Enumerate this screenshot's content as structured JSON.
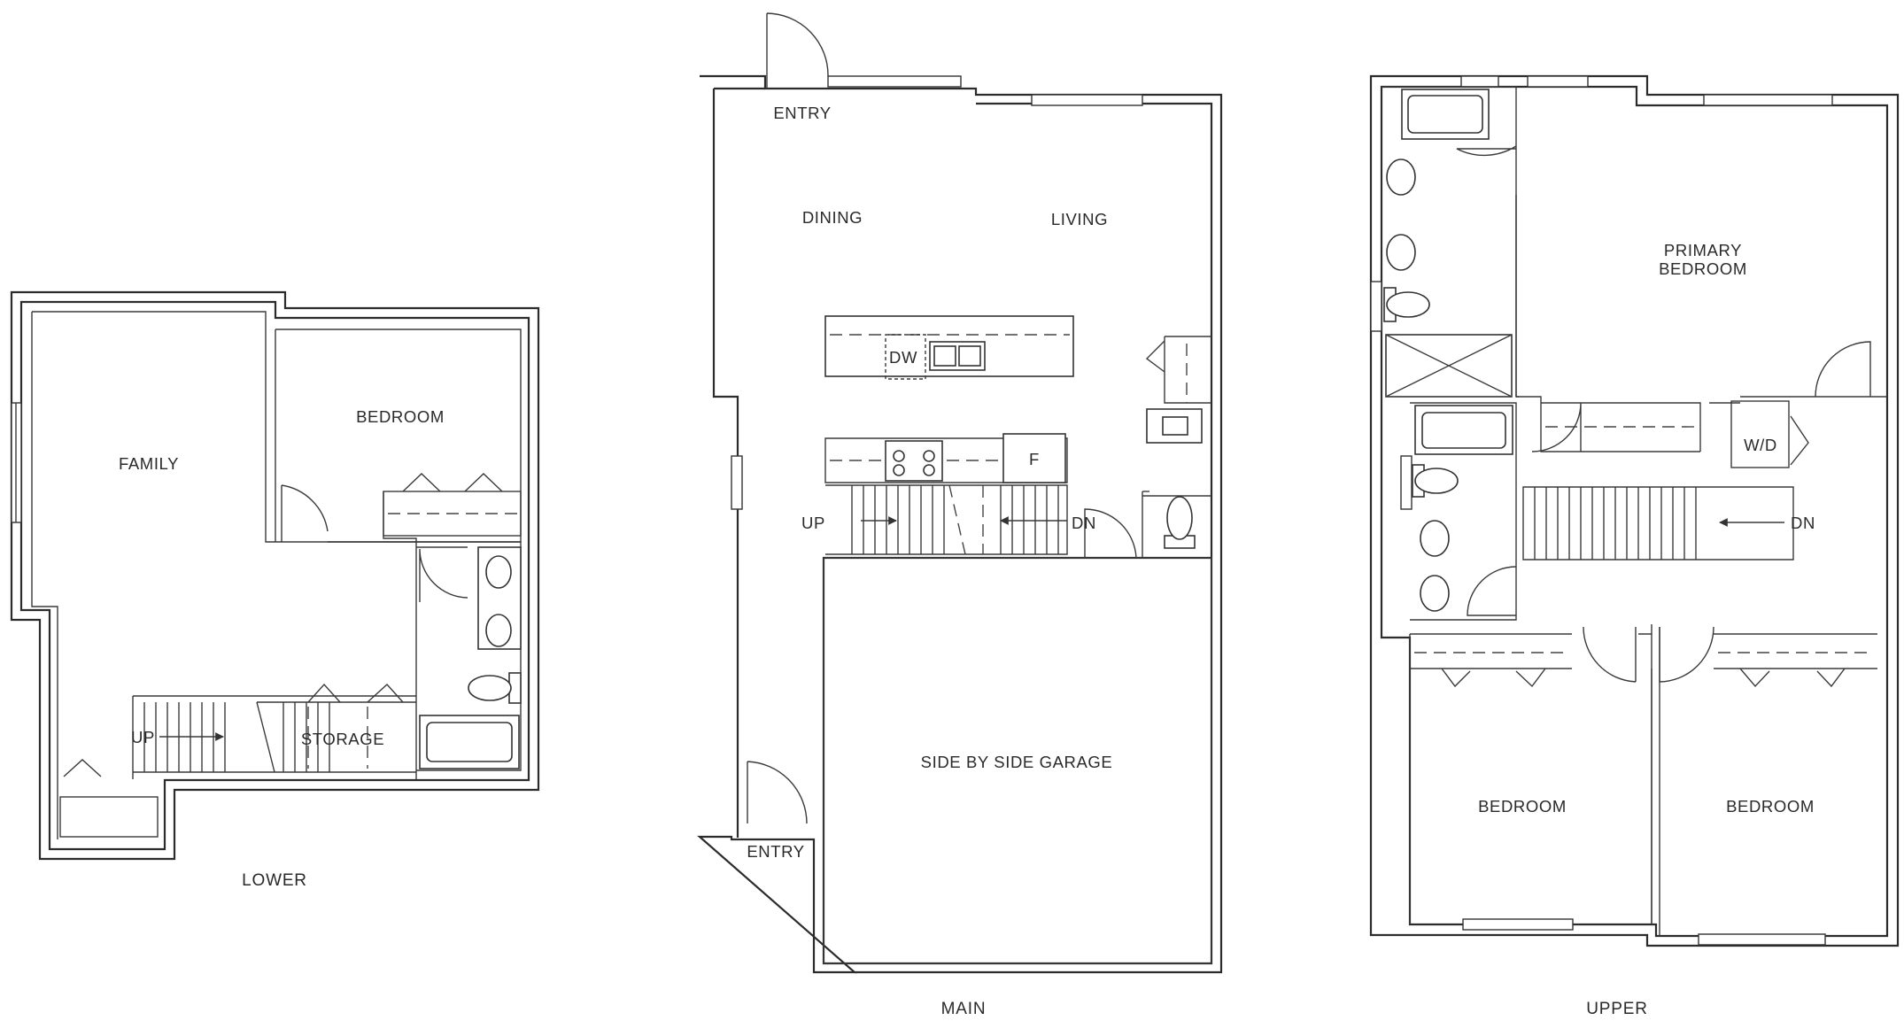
{
  "floors": {
    "lower": {
      "title": "LOWER",
      "rooms": {
        "family": "FAMILY",
        "bedroom": "BEDROOM",
        "storage": "STORAGE"
      },
      "stairs": {
        "up": "UP"
      }
    },
    "main": {
      "title": "MAIN",
      "rooms": {
        "entry_top": "ENTRY",
        "dining": "DINING",
        "living": "LIVING",
        "garage": "SIDE BY SIDE GARAGE",
        "entry_bottom": "ENTRY"
      },
      "fixtures": {
        "dishwasher": "DW",
        "fridge": "F"
      },
      "stairs": {
        "up": "UP",
        "down": "DN"
      }
    },
    "upper": {
      "title": "UPPER",
      "rooms": {
        "primary_line1": "PRIMARY",
        "primary_line2": "BEDROOM",
        "bedroom_left": "BEDROOM",
        "bedroom_right": "BEDROOM"
      },
      "fixtures": {
        "laundry": "W/D"
      },
      "stairs": {
        "down": "DN"
      }
    }
  }
}
